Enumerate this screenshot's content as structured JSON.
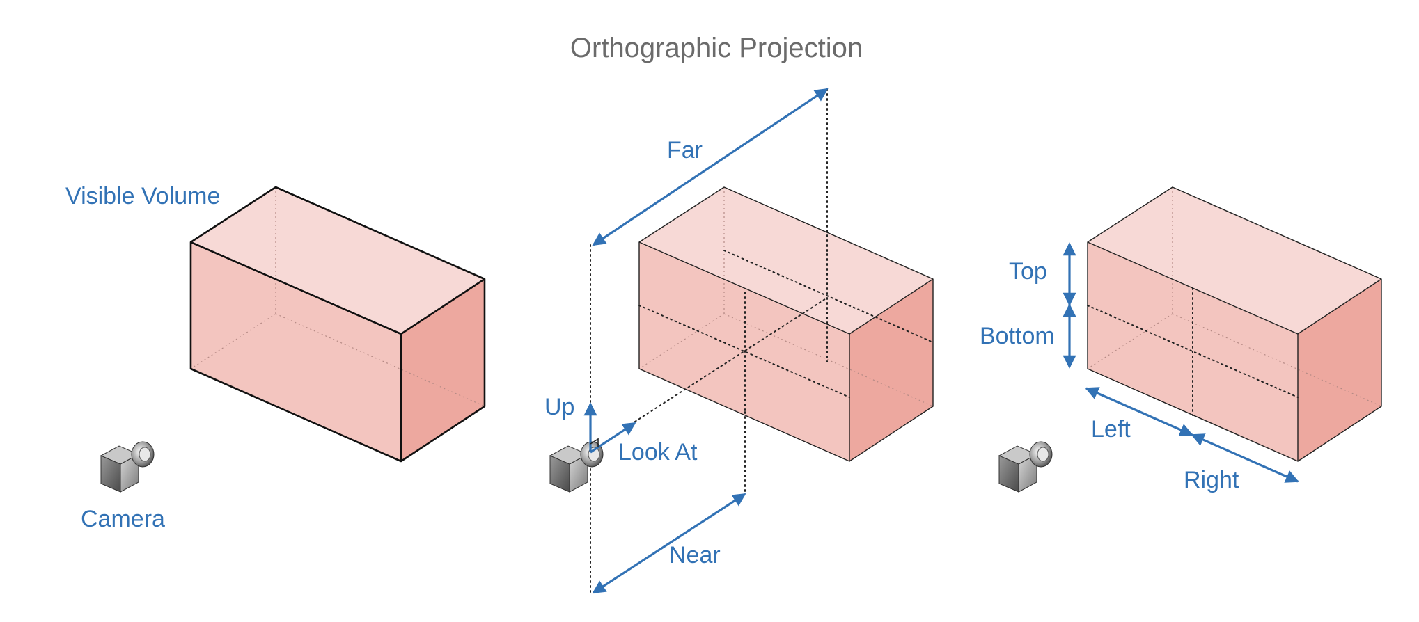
{
  "title": "Orthographic Projection",
  "labels": {
    "visible_volume": "Visible Volume",
    "camera": "Camera",
    "far": "Far",
    "near": "Near",
    "up": "Up",
    "look_at": "Look At",
    "top": "Top",
    "bottom": "Bottom",
    "left": "Left",
    "right": "Right"
  },
  "colors": {
    "label": "#3272b5",
    "title": "#6b6b6b",
    "box_top": "#f7d9d6",
    "box_front": "#f3c5bf",
    "box_side": "#eda89f"
  }
}
